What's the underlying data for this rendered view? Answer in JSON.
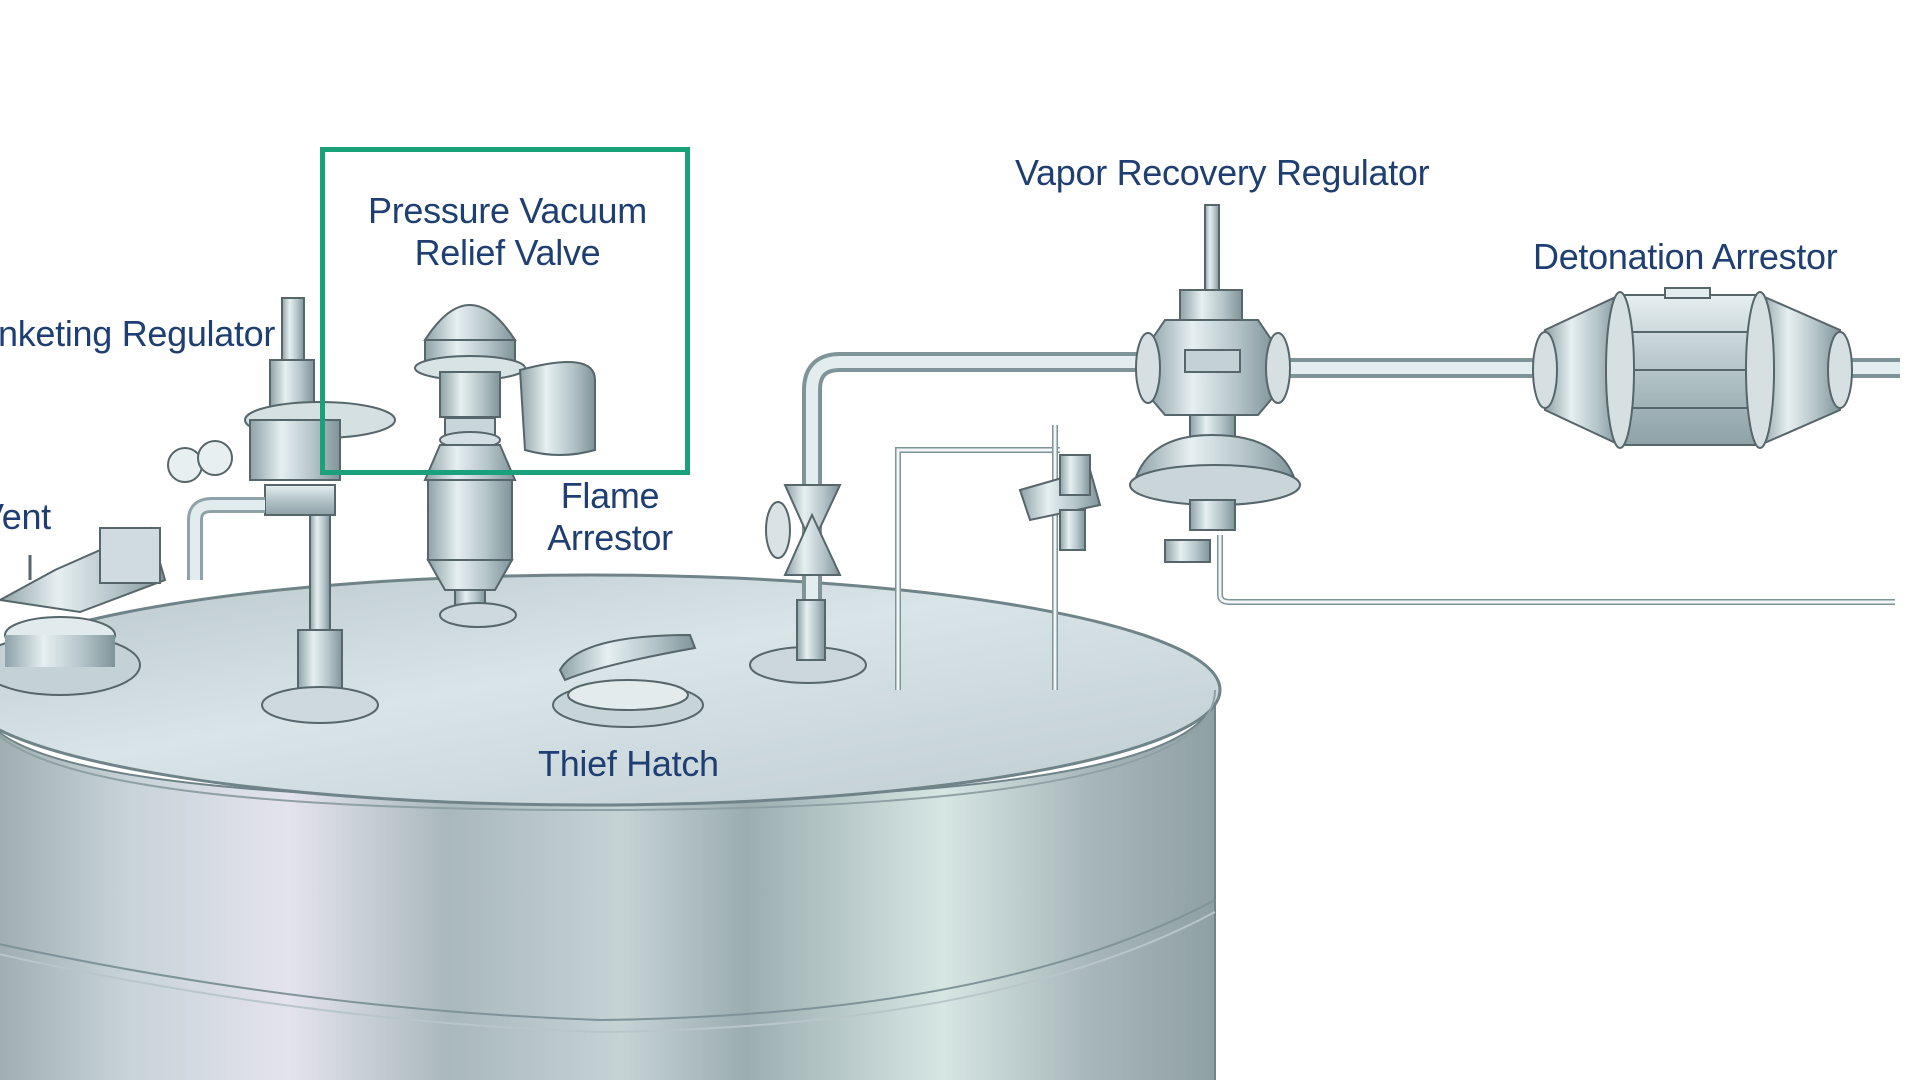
{
  "labels": {
    "pressure_vacuum_relief_valve": "Pressure Vacuum\nRelief Valve",
    "vapor_recovery_regulator": "Vapor Recovery Regulator",
    "detonation_arrestor": "Detonation Arrestor",
    "blanketing_regulator": "nketing Regulator",
    "vent": "Vent",
    "flame_arrestor": "Flame\nArrestor",
    "thief_hatch": "Thief Hatch"
  },
  "colors": {
    "label_text": "#1f3f73",
    "highlight": "#1aa07a",
    "steel_light": "#dfe9ec",
    "steel_mid": "#b7c7cc",
    "steel_dark": "#7f9499",
    "outline": "#56666b"
  }
}
